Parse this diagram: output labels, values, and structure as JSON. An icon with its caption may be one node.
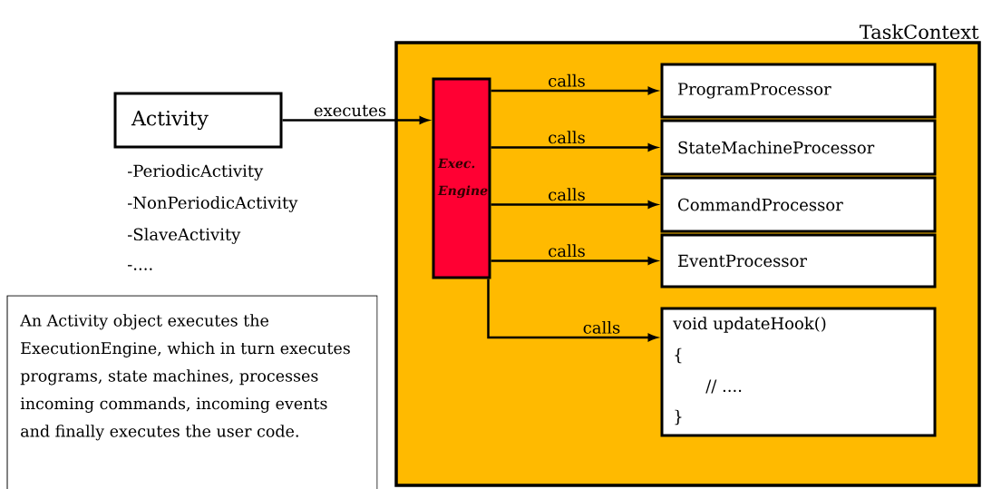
{
  "diagram": {
    "nodes": [
      {
        "text": [
          "TaskContext"
        ]
      },
      {
        "text": [
          "Activity"
        ],
        "beside": [
          "-PeriodicActivity",
          "-NonPeriodicActivity",
          "-SlaveActivity",
          "-...."
        ]
      },
      {
        "text": [
          "Exec. Engine"
        ],
        "in": 0
      },
      {
        "text": [
          "ProgramProcessor"
        ],
        "in": 0
      },
      {
        "text": [
          "StateMachineProcessor"
        ],
        "in": 0
      },
      {
        "text": [
          "CommandProcessor"
        ],
        "in": 0
      },
      {
        "text": [
          "EventProcessor"
        ],
        "in": 0
      },
      {
        "text": [
          "void updateHook()",
          "{",
          "// ....",
          "}"
        ],
        "in": 0
      },
      {
        "text": [
          "An Activity object executes the ExecutionEngine, which in turn executes programs, state machines, processes incoming commands, incoming events and finally executes the user code."
        ]
      }
    ],
    "edges": [
      {
        "from": 1,
        "to": 2,
        "arrow": "to",
        "label": "executes"
      },
      {
        "from": 2,
        "to": 3,
        "arrow": "to",
        "label": "calls"
      },
      {
        "from": 2,
        "to": 4,
        "arrow": "to",
        "label": "calls"
      },
      {
        "from": 2,
        "to": 5,
        "arrow": "to",
        "label": "calls"
      },
      {
        "from": 2,
        "to": 6,
        "arrow": "to",
        "label": "calls"
      },
      {
        "from": 2,
        "to": 7,
        "arrow": "to",
        "label": "calls"
      }
    ]
  }
}
